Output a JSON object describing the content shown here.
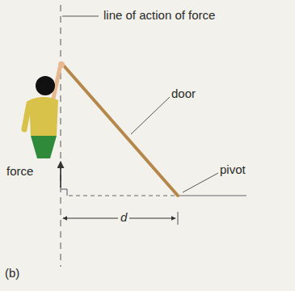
{
  "diagram": {
    "labels": [
      "line of action of force",
      "door",
      "pivot",
      "force",
      "d",
      "(b)"
    ]
  }
}
